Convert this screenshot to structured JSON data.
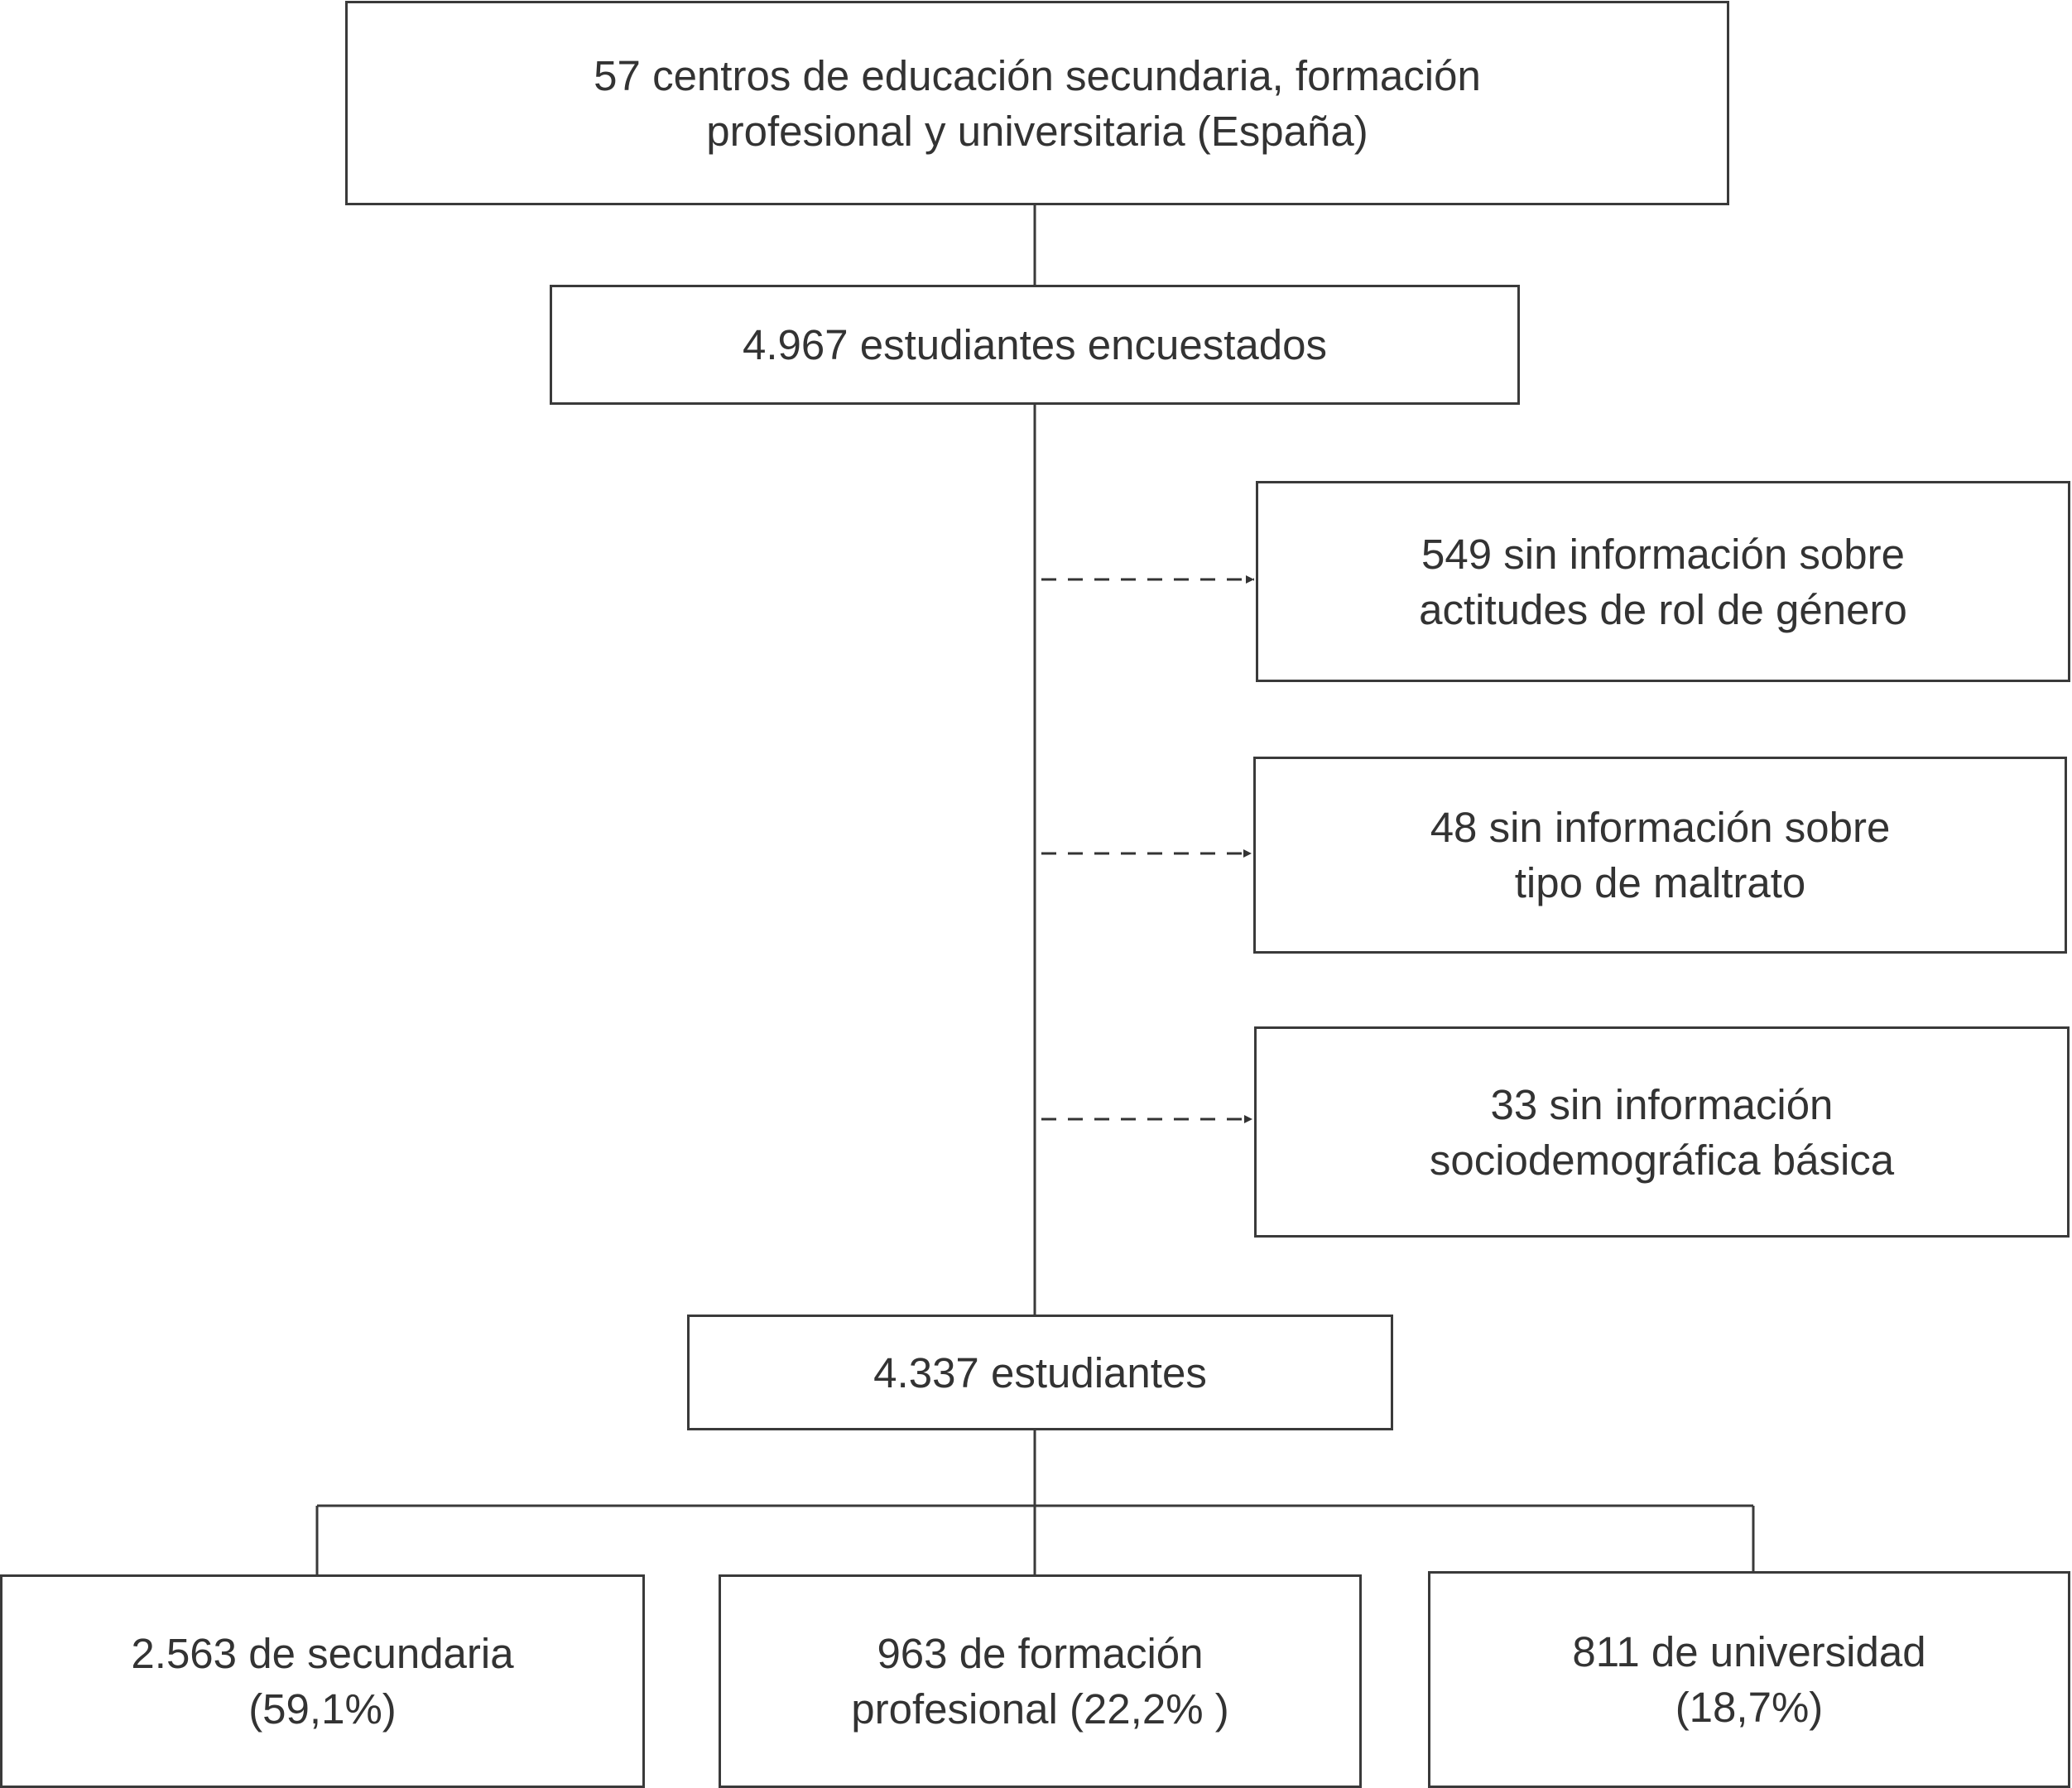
{
  "boxes": {
    "top": "57 centros de educación secundaria, formación\nprofesional y universitaria (España)",
    "surveyed": "4.967 estudiantes encuestados",
    "excl_gender": "549 sin información sobre\nactitudes de rol de género",
    "excl_abuse": "48 sin información sobre\ntipo de maltrato",
    "excl_socio": "33 sin información\nsociodemográfica básica",
    "final": "4.337 estudiantes",
    "secondary": "2.563 de secundaria\n(59,1%)",
    "vocational": "963 de formación\nprofesional (22,2%  )",
    "university": "811 de universidad\n(18,7%)"
  }
}
